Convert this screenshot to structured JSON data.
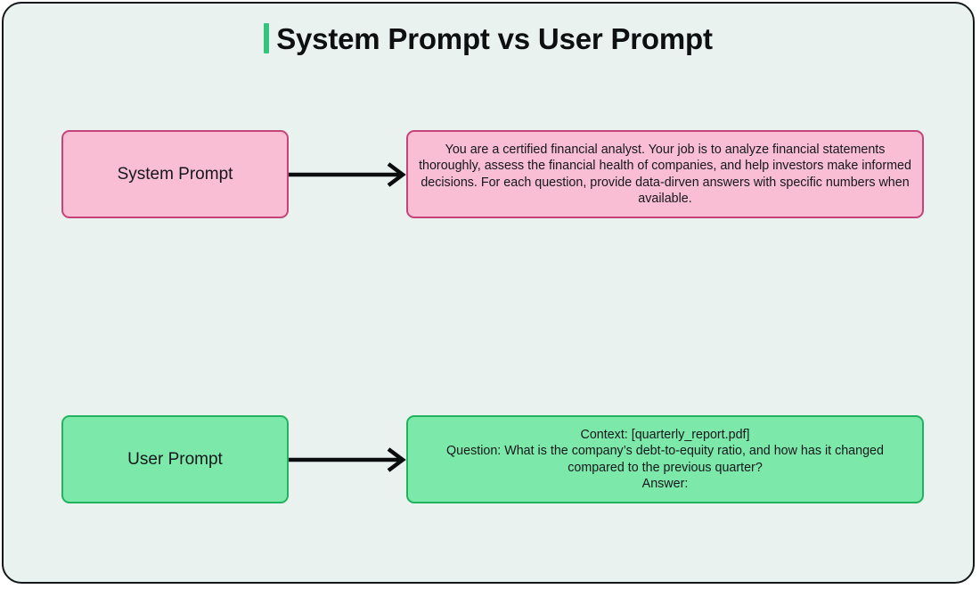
{
  "page": {
    "title": "System Prompt vs User Prompt",
    "background_color": "#eaf2f0",
    "frame_border_color": "#15181b",
    "accent_color": "#35c47d"
  },
  "colors": {
    "pink_fill": "#f9bdd4",
    "pink_border": "#c4447a",
    "green_fill": "#7ce8a9",
    "green_border": "#22b35e",
    "arrow": "#0a0c0e",
    "text": "#14181c"
  },
  "rows": {
    "system": {
      "label": "System Prompt",
      "body": "You are a certified financial analyst. Your job is to analyze financial statements thoroughly, assess the financial health of companies, and help investors make informed decisions. For each question, provide data-dirven answers with specific numbers when available.",
      "arrow_icon": "arrow-right-icon"
    },
    "user": {
      "label": "User Prompt",
      "body_line_1": "Context: [quarterly_report.pdf]",
      "body_line_2": "Question: What is the company’s debt-to-equity ratio, and how has it changed compared to the previous quarter?",
      "body_line_3": "Answer:",
      "arrow_icon": "arrow-right-icon"
    }
  }
}
